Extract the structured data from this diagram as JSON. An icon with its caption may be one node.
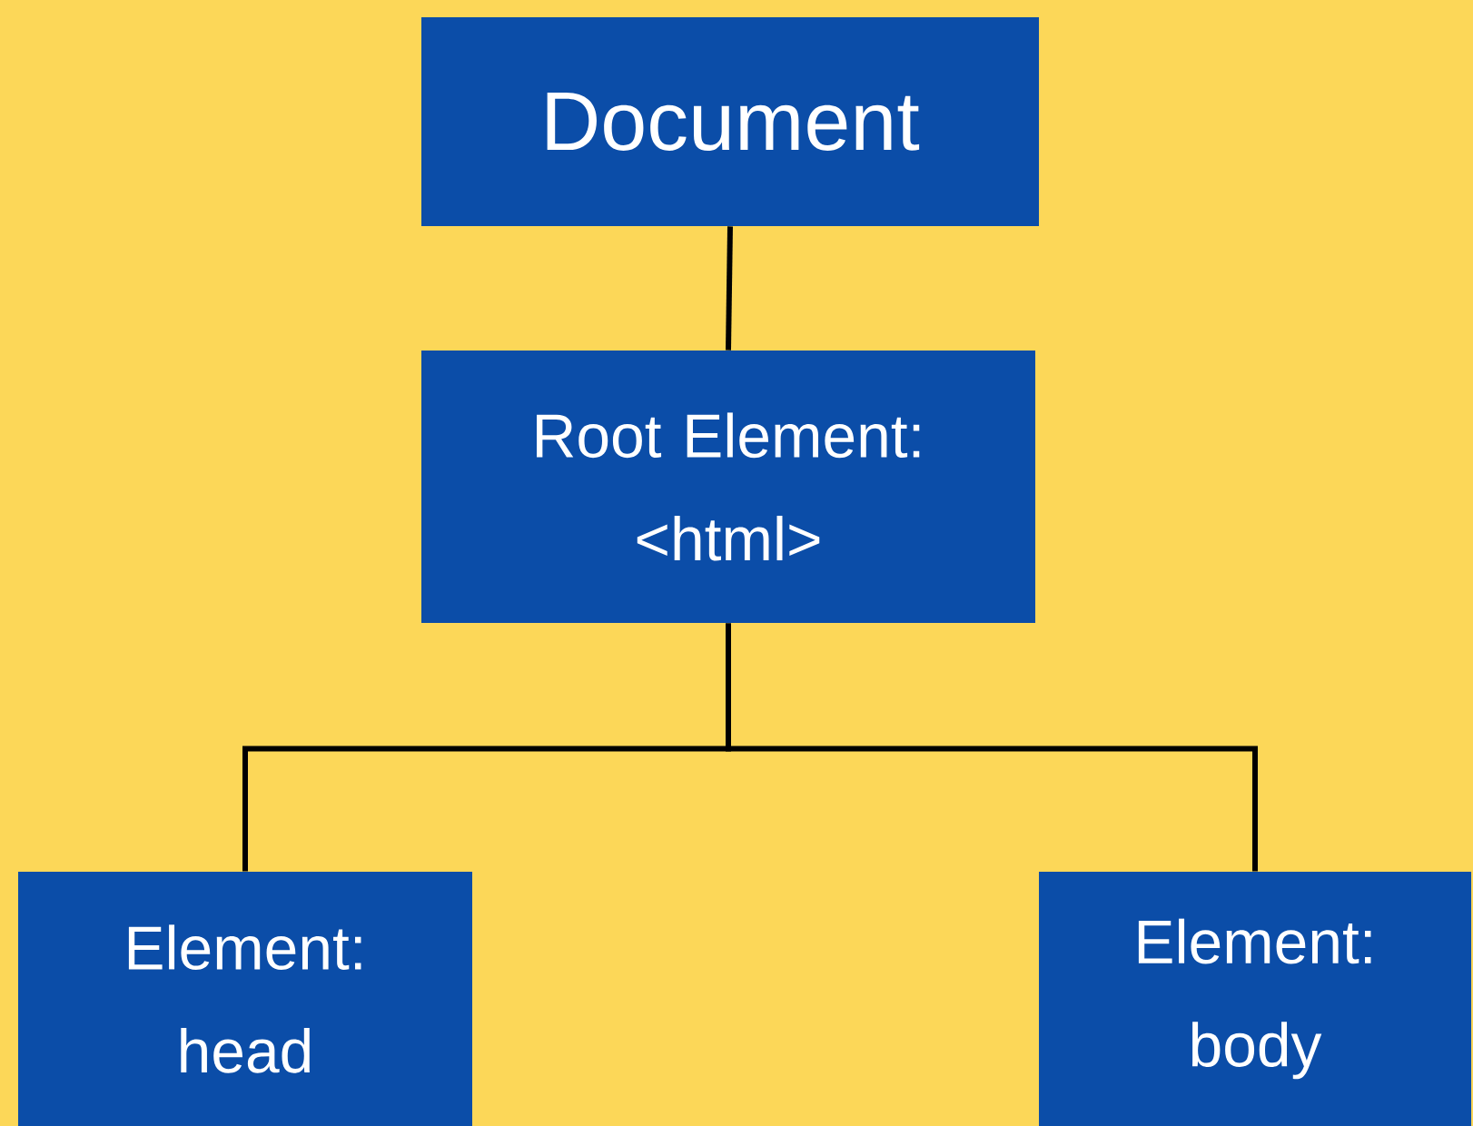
{
  "diagram": {
    "nodes": [
      {
        "text": [
          "Document"
        ]
      },
      {
        "text": [
          "Root Element: <html>"
        ]
      },
      {
        "text": [
          "Element: head"
        ]
      },
      {
        "text": [
          "Element: body"
        ]
      }
    ],
    "edges": [
      {
        "from": 0,
        "to": 1,
        "arrow": "none"
      },
      {
        "from": 1,
        "to": 2,
        "arrow": "none"
      },
      {
        "from": 1,
        "to": 3,
        "arrow": "none"
      }
    ]
  }
}
